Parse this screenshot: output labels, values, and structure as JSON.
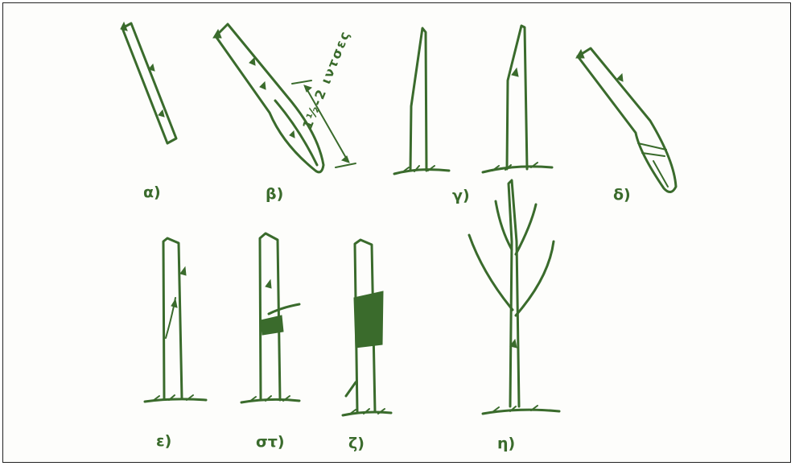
{
  "figure": {
    "labels": {
      "a": "α)",
      "b": "β)",
      "c": "γ)",
      "d": "δ)",
      "e": "ε)",
      "st": "στ)",
      "z": "ζ)",
      "h": "η)"
    },
    "annotation": "1½-2 ιντσες",
    "colors": {
      "ink": "#3a6b2c",
      "border": "#222222",
      "background": "#fdfdfb"
    }
  }
}
